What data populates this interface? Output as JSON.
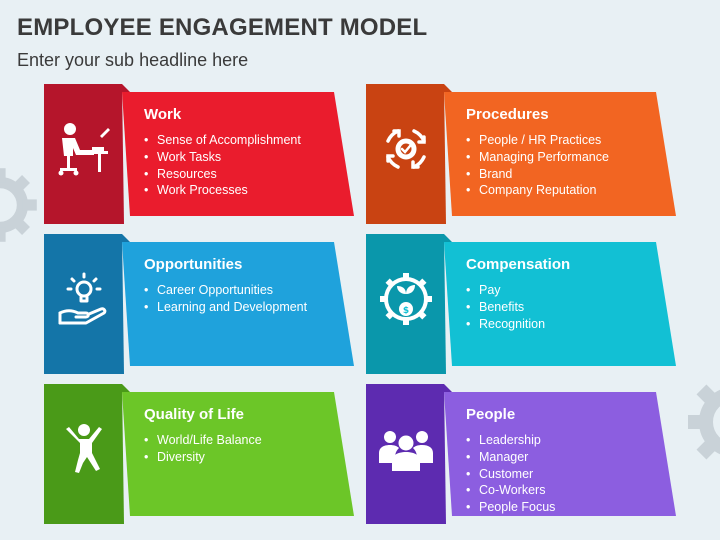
{
  "title": "EMPLOYEE ENGAGEMENT MODEL",
  "subtitle": "Enter your sub headline here",
  "cards": [
    {
      "heading": "Work",
      "items": [
        "Sense of Accomplishment",
        "Work Tasks",
        "Resources",
        "Work Processes"
      ],
      "icon": "person-at-desk-icon",
      "color_dark": "#b5152b",
      "color_light": "#ea1c2d"
    },
    {
      "heading": "Procedures",
      "items": [
        "People / HR Practices",
        "Managing Performance",
        "Brand",
        "Company Reputation"
      ],
      "icon": "process-cycle-gear-icon",
      "color_dark": "#c94312",
      "color_light": "#f26522"
    },
    {
      "heading": "Opportunities",
      "items": [
        "Career Opportunities",
        "Learning and Development"
      ],
      "icon": "hand-lightbulb-icon",
      "color_dark": "#1475a8",
      "color_light": "#1fa2dc"
    },
    {
      "heading": "Compensation",
      "items": [
        "Pay",
        "Benefits",
        "Recognition"
      ],
      "icon": "money-plant-gear-icon",
      "color_dark": "#0a97ab",
      "color_light": "#12c0d4"
    },
    {
      "heading": "Quality of Life",
      "items": [
        "World/Life Balance",
        "Diversity"
      ],
      "icon": "happy-person-icon",
      "color_dark": "#4a9a18",
      "color_light": "#6cc628"
    },
    {
      "heading": "People",
      "items": [
        "Leadership",
        "Manager",
        "Customer",
        "Co-Workers",
        "People Focus"
      ],
      "icon": "people-group-icon",
      "color_dark": "#5d2bb0",
      "color_light": "#8c5ee0"
    }
  ]
}
